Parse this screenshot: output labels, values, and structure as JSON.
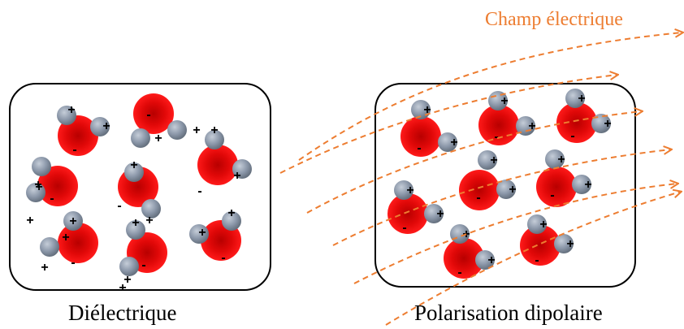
{
  "labels": {
    "left_caption": "Diélectrique",
    "right_caption": "Polarisation dipolaire",
    "field_label": "Champ électrique"
  },
  "symbols": {
    "positive": "+",
    "negative": "-"
  },
  "colors": {
    "oxygen": "#ee1111",
    "oxygen_center": "#c00000",
    "hydrogen": "#8a96a8",
    "hydrogen_light": "#c5cdd8",
    "field": "#ed7d31",
    "frame": "#000000"
  }
}
